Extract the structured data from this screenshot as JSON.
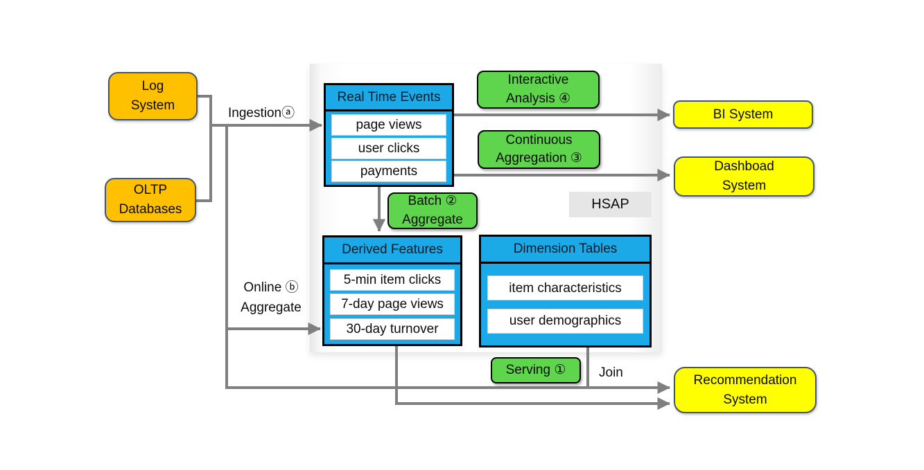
{
  "colors": {
    "blue": "#1BA9E8",
    "green": "#5ED54C",
    "orange": "#FFC000",
    "yellow": "#FFFF00",
    "arrow": "#7F7F7F",
    "box_border_dark": "#44546A",
    "hsap_bg": "#E7E6E6"
  },
  "sources": {
    "log_system": {
      "label": "Log\nSystem"
    },
    "oltp_databases": {
      "label": "OLTP\nDatabases"
    }
  },
  "hsap_panel": {
    "label": "HSAP",
    "real_time_events": {
      "title": "Real Time Events",
      "rows": [
        "page views",
        "user clicks",
        "payments"
      ]
    },
    "derived_features": {
      "title": "Derived Features",
      "rows": [
        "5-min item clicks",
        "7-day page views",
        "30-day turnover"
      ]
    },
    "dimension_tables": {
      "title": "Dimension Tables",
      "rows": [
        "item characteristics",
        "user demographics"
      ]
    },
    "operations": {
      "interactive_analysis": {
        "label": "Interactive\nAnalysis ④"
      },
      "continuous_aggregation": {
        "label": "Continuous\nAggregation ③"
      },
      "batch_aggregate": {
        "label": "Batch ②\nAggregate"
      },
      "serving": {
        "label": "Serving ①"
      }
    }
  },
  "consumers": {
    "bi_system": {
      "label": "BI System"
    },
    "dashboard_system": {
      "label": "Dashboad\nSystem"
    },
    "recommendation_system": {
      "label": "Recommendation\nSystem"
    }
  },
  "edge_labels": {
    "ingestion": "Ingestionⓐ",
    "online_aggregate": "Online ⓑ\nAggregate",
    "join": "Join"
  }
}
